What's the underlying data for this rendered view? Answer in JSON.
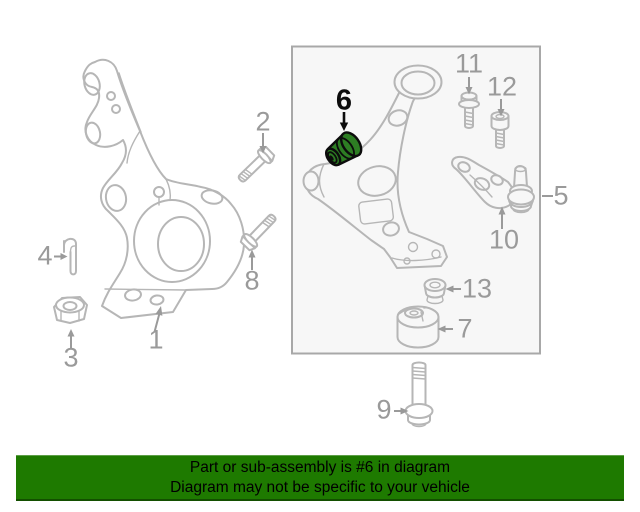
{
  "diagram": {
    "description": "Front suspension parts diagram with steering knuckle and lower control arm",
    "highlighted_part": "6",
    "callouts": {
      "c1": "1",
      "c2": "2",
      "c3": "3",
      "c4": "4",
      "c5": "5",
      "c6": "6",
      "c7": "7",
      "c8": "8",
      "c9": "9",
      "c10": "10",
      "c11": "11",
      "c12": "12",
      "c13": "13"
    }
  },
  "banner": {
    "line1": "Part or sub-assembly is #6 in diagram",
    "line2": "Diagram may not be specific to your vehicle"
  },
  "colors": {
    "line": "#b6b6b6",
    "label": "#9a9a9a",
    "hl": "#2d7d23",
    "hl-outline": "#0c0c0c",
    "banner-bg": "#1e7a00",
    "banner-text": "#000000",
    "box-fill": "#f7f7f7",
    "box-border": "#a8a8a8"
  }
}
